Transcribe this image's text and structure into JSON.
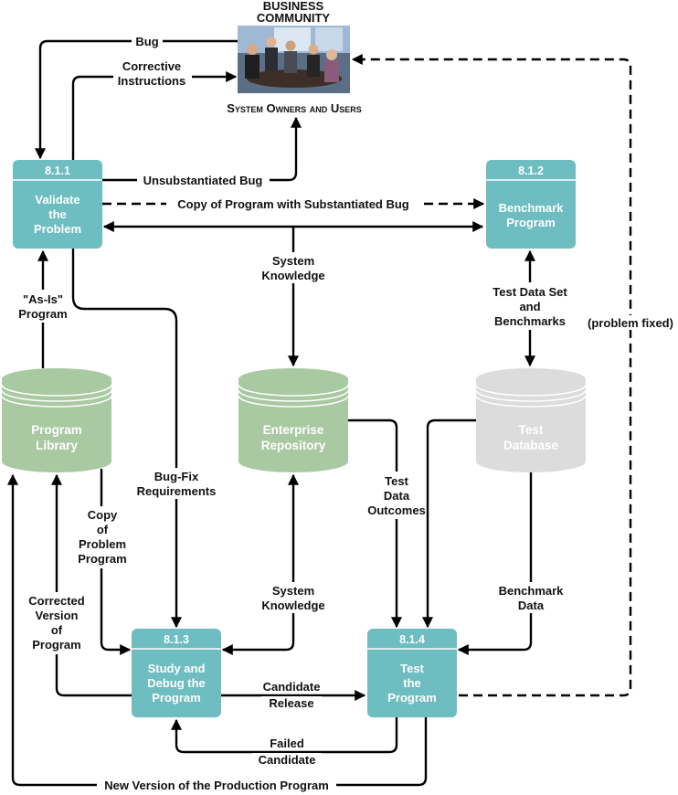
{
  "external_entity": {
    "title_lines": [
      "BUSINESS",
      "COMMUNITY"
    ],
    "subtitle": "System Owners and Users",
    "photo_icon": "meeting-photo-icon"
  },
  "processes": [
    {
      "id": "8.1.1",
      "name_lines": [
        "Validate",
        "the",
        "Problem"
      ]
    },
    {
      "id": "8.1.2",
      "name_lines": [
        "Benchmark",
        "Program"
      ]
    },
    {
      "id": "8.1.3",
      "name_lines": [
        "Study and",
        "Debug the",
        "Program"
      ]
    },
    {
      "id": "8.1.4",
      "name_lines": [
        "Test",
        "the",
        "Program"
      ]
    }
  ],
  "data_stores": [
    {
      "name_lines": [
        "Program",
        "Library"
      ]
    },
    {
      "name_lines": [
        "Enterprise",
        "Repository"
      ]
    },
    {
      "name_lines": [
        "Test",
        "Database"
      ]
    }
  ],
  "flows": {
    "bug": [
      "Bug"
    ],
    "corrective_instructions": [
      "Corrective",
      "Instructions"
    ],
    "unsubstantiated_bug": [
      "Unsubstantiated Bug"
    ],
    "copy_with_bug": [
      "Copy of Program with Substantiated Bug"
    ],
    "system_knowledge_top": [
      "System",
      "Knowledge"
    ],
    "as_is_program": [
      "\"As-Is\"",
      "Program"
    ],
    "test_data_set": [
      "Test Data Set",
      "and",
      "Benchmarks"
    ],
    "problem_fixed": [
      "(problem fixed)"
    ],
    "bug_fix_requirements": [
      "Bug-Fix",
      "Requirements"
    ],
    "test_data_outcomes": [
      "Test",
      "Data",
      "Outcomes"
    ],
    "copy_of_problem_program": [
      "Copy",
      "of",
      "Problem",
      "Program"
    ],
    "corrected_version": [
      "Corrected",
      "Version",
      "of",
      "Program"
    ],
    "system_knowledge_bottom": [
      "System",
      "Knowledge"
    ],
    "benchmark_data": [
      "Benchmark",
      "Data"
    ],
    "candidate_release": [
      "Candidate",
      "Release"
    ],
    "failed_candidate": [
      "Failed",
      "Candidate"
    ],
    "new_version": [
      "New Version of the Production Program"
    ]
  },
  "colors": {
    "process": "#6dbdc1",
    "process_header": "#5fb3b8",
    "store_library": "#a9c9a2",
    "store_repository": "#a9c9a2",
    "store_test_db": "#dcdcdc"
  }
}
